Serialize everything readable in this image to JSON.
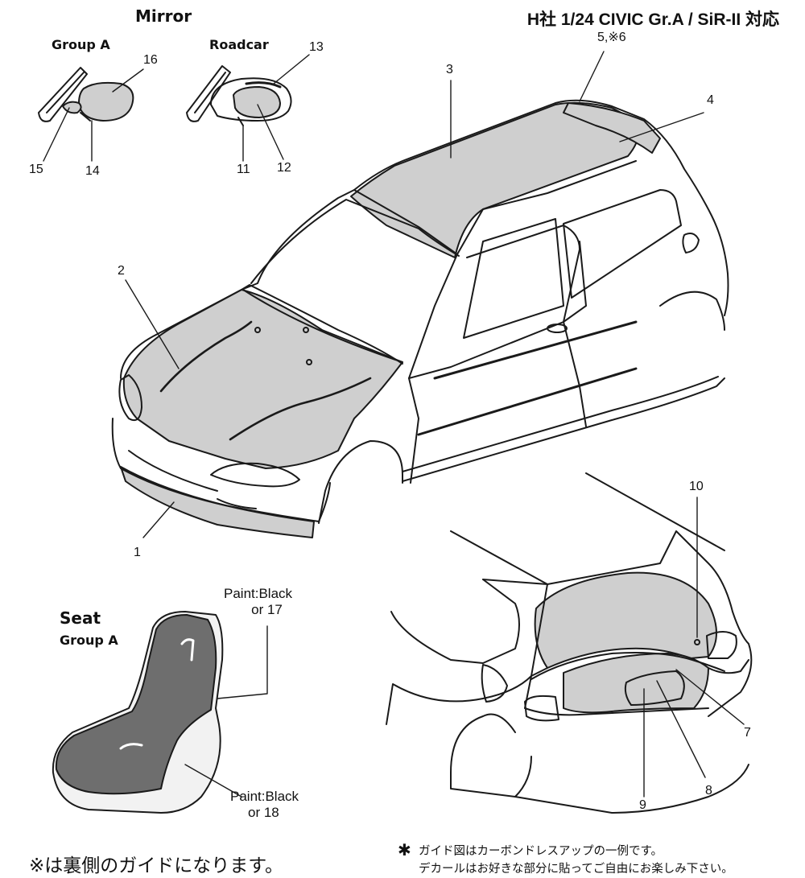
{
  "title": "H社 1/24 CIVIC Gr.A / SiR-II 対応",
  "mirror": {
    "heading": "Mirror",
    "group_a_label": "Group A",
    "roadcar_label": "Roadcar"
  },
  "seat": {
    "heading": "Seat",
    "group_label": "Group A",
    "paint_note_top": [
      "Paint:Black",
      "or 17"
    ],
    "paint_note_bottom": [
      "Paint:Black",
      "or 18"
    ]
  },
  "part_numbers": {
    "p1": "1",
    "p2": "2",
    "p3": "3",
    "p4": "4",
    "p5_6": "5,※6",
    "p7": "7",
    "p8": "8",
    "p9": "9",
    "p10": "10",
    "p11": "11",
    "p12": "12",
    "p13": "13",
    "p14": "14",
    "p15": "15",
    "p16": "16"
  },
  "footer": {
    "left_note": "※は裏側のガイドになります。",
    "right_mark": "✱",
    "right_note_1": "ガイド図はカーボンドレスアップの一例です。",
    "right_note_2": "デカールはお好きな部分に貼ってご自由にお楽しみ下さい。"
  },
  "colors": {
    "line": "#1a1a1a",
    "decal_fill": "#cfcfcf",
    "seat_dark": "#6e6e6e",
    "background": "#ffffff"
  }
}
